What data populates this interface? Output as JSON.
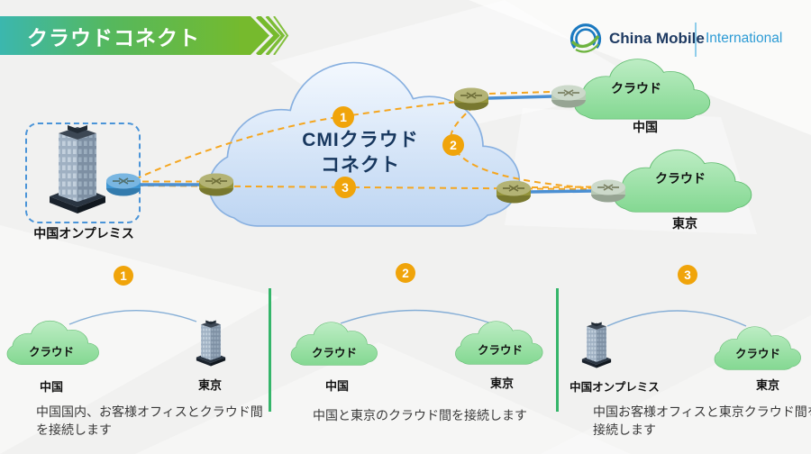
{
  "header": {
    "banner_title": "クラウドコネクト",
    "brand_name": "China Mobile",
    "brand_division": "International"
  },
  "main_diagram": {
    "cmi_cloud_line1": "CMIクラウド",
    "cmi_cloud_line2": "コネクト",
    "on_premises_label": "中国オンプレミス",
    "cloud_china": {
      "label": "クラウド",
      "region": "中国"
    },
    "cloud_tokyo": {
      "label": "クラウド",
      "region": "東京"
    },
    "badges": [
      "1",
      "2",
      "3"
    ]
  },
  "scenarios": [
    {
      "badge": "1",
      "left_type": "cloud-icon",
      "left_label": "クラウド",
      "left_region": "中国",
      "right_type": "building-icon",
      "right_region": "東京",
      "caption": "中国国内、お客様オフィスとクラウド間を接続します"
    },
    {
      "badge": "2",
      "left_type": "cloud-icon",
      "left_label": "クラウド",
      "left_region": "中国",
      "right_type": "cloud-icon",
      "right_label": "クラウド",
      "right_region": "東京",
      "caption": "中国と東京のクラウド間を接続します"
    },
    {
      "badge": "3",
      "left_type": "building-icon",
      "left_region": "中国オンプレミス",
      "right_type": "cloud-icon",
      "right_label": "クラウド",
      "right_region": "東京",
      "caption": "中国お客様オフィスと東京クラウド間を接続します"
    }
  ],
  "colors": {
    "banner_teal": "#3bb7ae",
    "banner_green": "#74ba2e",
    "badge_orange": "#f0a40a",
    "dashed_route_orange": "#f5a61f",
    "link_blue": "#4a8fd3",
    "cmi_text_navy": "#17375e",
    "brand_navy": "#1f3b63",
    "brand_light_blue": "#2d9bd5",
    "divider_green": "#35b56a",
    "cloud_green": "#8ada96",
    "cloud_blue": "#c9ddf6"
  }
}
